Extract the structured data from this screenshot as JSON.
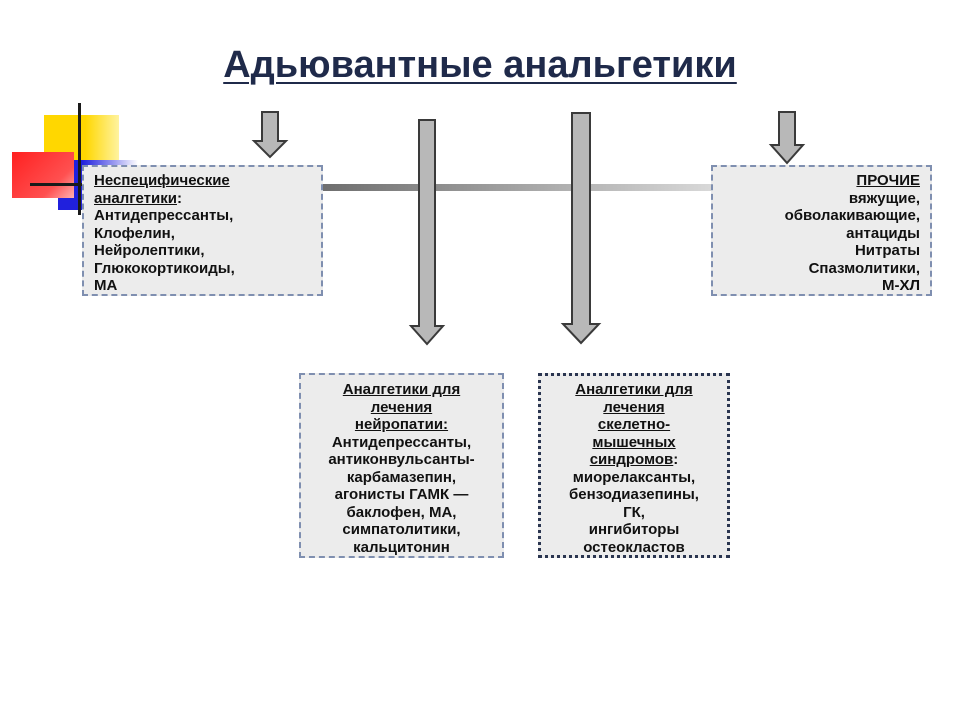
{
  "title": "Адьювантные анальгетики",
  "left_box": {
    "heading_lines": [
      "Неспецифические",
      "аналгетики"
    ],
    "heading_suffix": ":",
    "items": [
      "Антидепрессанты,",
      "Клофелин,",
      "Нейролептики,",
      "Глюкокортикоиды,",
      "МА"
    ]
  },
  "right_box": {
    "heading": "ПРОЧИЕ",
    "items": [
      "вяжущие,",
      "обволакивающие,",
      "антациды",
      "Нитраты",
      "Спазмолитики,",
      "М-ХЛ"
    ]
  },
  "mid1_box": {
    "heading_lines": [
      "Аналгетики для",
      "лечения",
      "нейропатии:"
    ],
    "items": [
      "Антидепрессанты,",
      "антиконвульсанты-",
      "карбамазепин,",
      "агонисты ГАМК —",
      "баклофен, МА,",
      "симпатолитики,",
      "кальцитонин"
    ]
  },
  "mid2_box": {
    "heading_lines": [
      "Аналгетики для",
      "лечения",
      "скелетно-",
      "мышечных",
      "синдромов"
    ],
    "heading_suffix": ":",
    "items": [
      "миорелаксанты,",
      "бензодиазепины,",
      "ГК,",
      "ингибиторы",
      "остеокластов"
    ]
  },
  "colors": {
    "yellow": "#ffd700",
    "red": "#ff2020",
    "blue": "#2020dd",
    "arrow_fill": "#b8b8b8",
    "arrow_stroke": "#3a3a3a"
  }
}
